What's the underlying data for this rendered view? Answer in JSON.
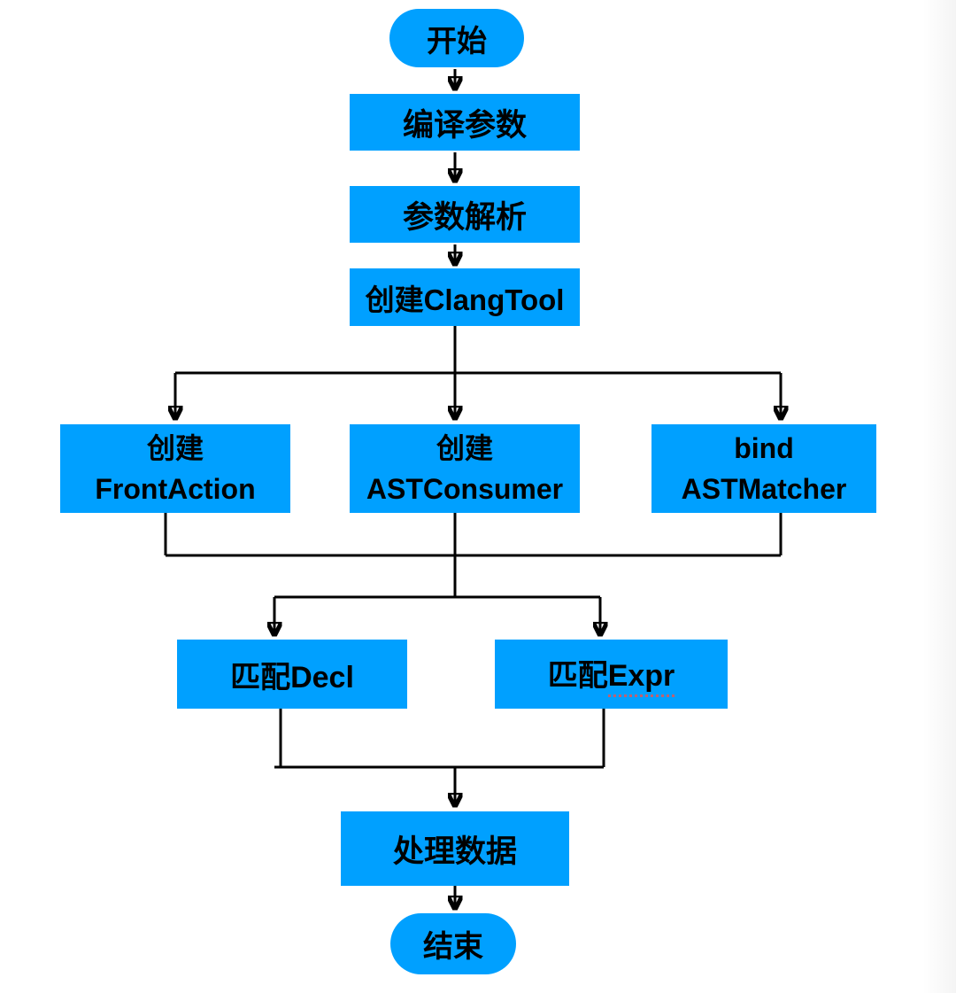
{
  "diagram": {
    "colors": {
      "node_fill": "#00a0ff",
      "node_text": "#000000",
      "connector": "#000000",
      "background": "#ffffff",
      "spellcheck_underline": "#ff4c42"
    },
    "nodes": {
      "start": {
        "label": "开始"
      },
      "compile_args": {
        "label": "编译参数"
      },
      "parse_args": {
        "label": "参数解析"
      },
      "create_clangtool": {
        "label": "创建ClangTool"
      },
      "create_frontaction": {
        "label": "创建\nFrontAction"
      },
      "create_astconsumer": {
        "label": "创建\nASTConsumer"
      },
      "bind_astmatcher": {
        "label": "bind\nASTMatcher"
      },
      "match_decl": {
        "label": "匹配Decl"
      },
      "match_expr": {
        "label_cn": "匹配",
        "label_en": "Expr"
      },
      "process_data": {
        "label": "处理数据"
      },
      "end": {
        "label": "结束"
      }
    }
  }
}
